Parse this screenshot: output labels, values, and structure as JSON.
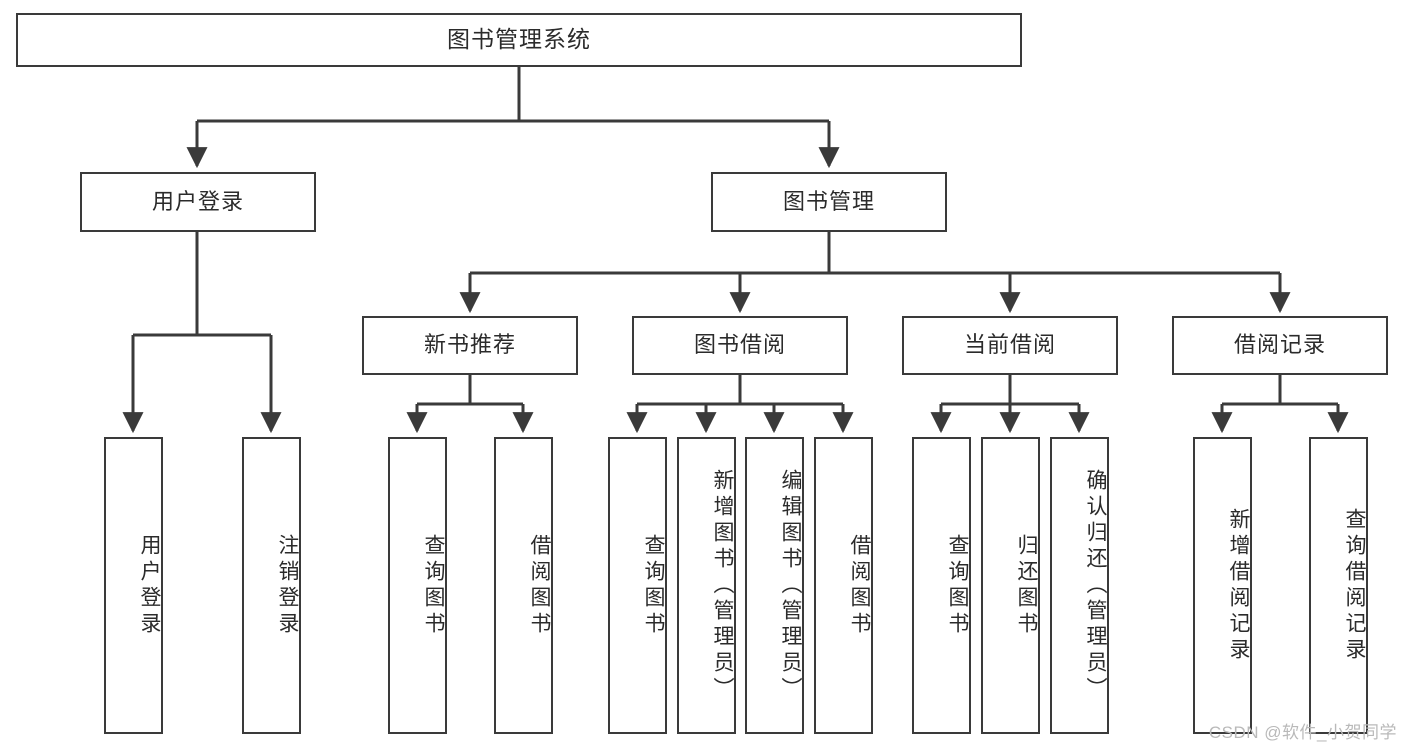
{
  "diagram": {
    "title": "图书管理系统",
    "type": "tree-hierarchy-flowchart",
    "watermark": "CSDN @软件_小贺同学",
    "colors": {
      "background": "#ffffff",
      "box_border": "#3a3a3a",
      "connector": "#3a3a3a",
      "text": "#2b2b2b",
      "watermark": "#b9b9b9"
    },
    "levels": {
      "root": {
        "id": "root",
        "label": "图书管理系统"
      },
      "level2": [
        {
          "id": "user-login",
          "label": "用户登录"
        },
        {
          "id": "book-manage",
          "label": "图书管理"
        }
      ],
      "level3": [
        {
          "id": "new-book-recommend",
          "label": "新书推荐"
        },
        {
          "id": "book-borrow",
          "label": "图书借阅"
        },
        {
          "id": "current-borrow",
          "label": "当前借阅"
        },
        {
          "id": "borrow-record",
          "label": "借阅记录"
        }
      ],
      "leaves": [
        {
          "id": "leaf-user-login",
          "label": "用户登录",
          "parent": "user-login"
        },
        {
          "id": "leaf-logout-login",
          "label": "注销登录",
          "parent": "user-login"
        },
        {
          "id": "leaf-query-book-1",
          "label": "查询图书",
          "parent": "new-book-recommend"
        },
        {
          "id": "leaf-borrow-book-1",
          "label": "借阅图书",
          "parent": "new-book-recommend"
        },
        {
          "id": "leaf-query-book-2",
          "label": "查询图书",
          "parent": "book-borrow"
        },
        {
          "id": "leaf-add-book",
          "label": "新增图书（管理员）",
          "parent": "book-borrow"
        },
        {
          "id": "leaf-edit-book",
          "label": "编辑图书（管理员）",
          "parent": "book-borrow"
        },
        {
          "id": "leaf-borrow-book-2",
          "label": "借阅图书",
          "parent": "book-borrow"
        },
        {
          "id": "leaf-query-book-3",
          "label": "查询图书",
          "parent": "current-borrow"
        },
        {
          "id": "leaf-return-book",
          "label": "归还图书",
          "parent": "current-borrow"
        },
        {
          "id": "leaf-confirm-return",
          "label": "确认归还（管理员）",
          "parent": "current-borrow"
        },
        {
          "id": "leaf-add-record",
          "label": "新增借阅记录",
          "parent": "borrow-record"
        },
        {
          "id": "leaf-query-record",
          "label": "查询借阅记录",
          "parent": "borrow-record"
        }
      ]
    }
  }
}
